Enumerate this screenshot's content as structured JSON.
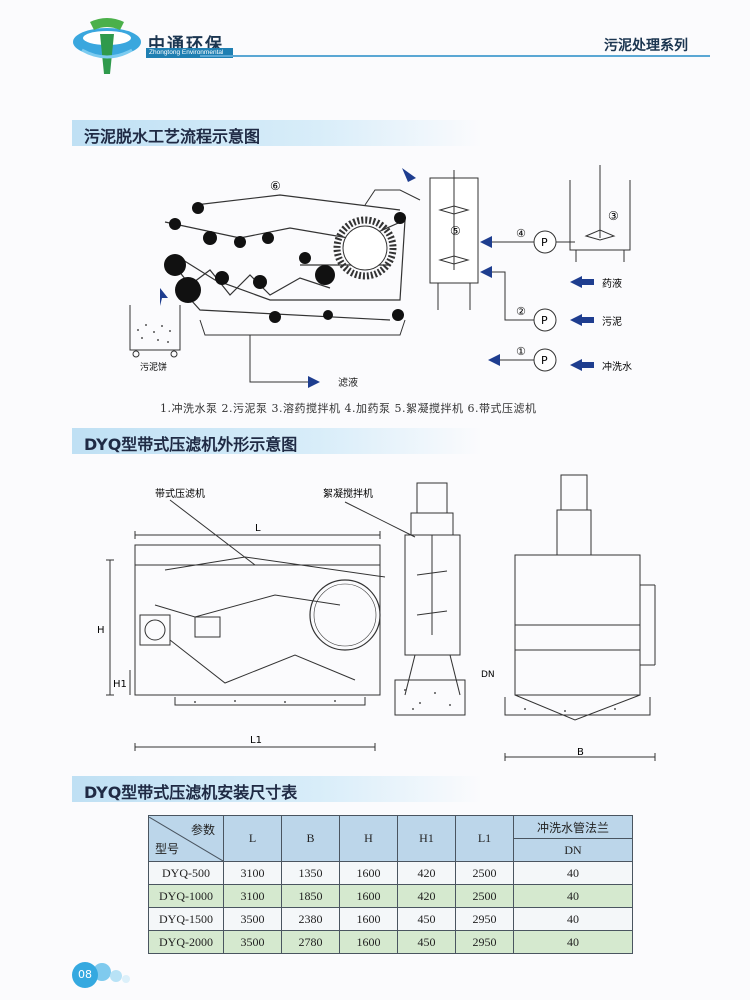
{
  "header": {
    "company_cn": "中通环保",
    "company_en": "Zhongtong Environmental",
    "series": "污泥处理系列"
  },
  "section1": {
    "title": "污泥脱水工艺流程示意图",
    "labels": {
      "n1": "①",
      "n2": "②",
      "n3": "③",
      "n4": "④",
      "n5": "⑤",
      "n6": "⑥",
      "pump": "P",
      "cake": "污泥饼",
      "filtrate": "滤液",
      "chemical": "药液",
      "sludge": "污泥",
      "wash_water": "冲洗水"
    },
    "caption": "1.冲洗水泵  2.污泥泵  3.溶药搅拌机  4.加药泵  5.絮凝搅拌机  6.带式压滤机"
  },
  "section2": {
    "title": "DYQ型带式压滤机外形示意图",
    "labels": {
      "press": "带式压滤机",
      "mixer": "絮凝搅拌机",
      "L": "L",
      "H": "H",
      "H1": "H1",
      "L1": "L1",
      "DN": "DN",
      "B": "B"
    }
  },
  "section3": {
    "title": "DYQ型带式压滤机安装尺寸表",
    "table": {
      "corner_top": "参数",
      "corner_bottom": "型号",
      "columns": [
        "L",
        "B",
        "H",
        "H1",
        "L1"
      ],
      "flange_header": "冲洗水管法兰",
      "flange_sub": "DN",
      "rows": [
        {
          "model": "DYQ-500",
          "L": "3100",
          "B": "1350",
          "H": "1600",
          "H1": "420",
          "L1": "2500",
          "DN": "40"
        },
        {
          "model": "DYQ-1000",
          "L": "3100",
          "B": "1850",
          "H": "1600",
          "H1": "420",
          "L1": "2500",
          "DN": "40"
        },
        {
          "model": "DYQ-1500",
          "L": "3500",
          "B": "2380",
          "H": "1600",
          "H1": "450",
          "L1": "2950",
          "DN": "40"
        },
        {
          "model": "DYQ-2000",
          "L": "3500",
          "B": "2780",
          "H": "1600",
          "H1": "450",
          "L1": "2950",
          "DN": "40"
        }
      ]
    }
  },
  "footer": {
    "page": "08"
  },
  "colors": {
    "accent": "#35a9e0",
    "bar": "#bfe0f4",
    "arrow": "#1e3d8f",
    "row_green": "#d5e9cf",
    "header_blue": "#bcd6ea"
  }
}
